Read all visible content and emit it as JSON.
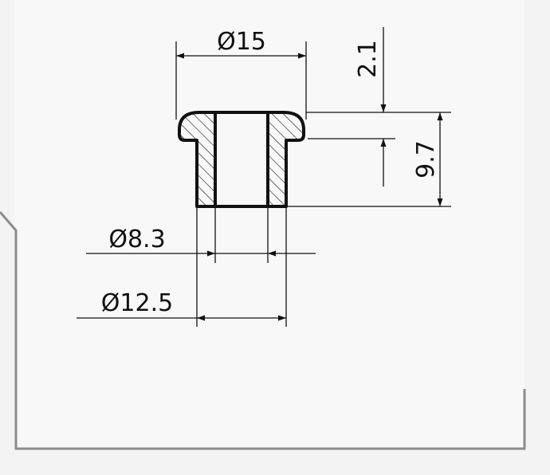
{
  "drawing": {
    "part": "flanged bushing cross-section",
    "dimensions": {
      "flange_diameter": "Ø15",
      "flange_thickness": "2.1",
      "overall_height": "9.7",
      "inner_diameter": "Ø8.3",
      "outer_diameter": "Ø12.5"
    }
  },
  "colors": {
    "background": "#f3f3f4",
    "sheet": "#f7f7f7",
    "frame": "#8a8a8a",
    "lines": "#111111"
  }
}
